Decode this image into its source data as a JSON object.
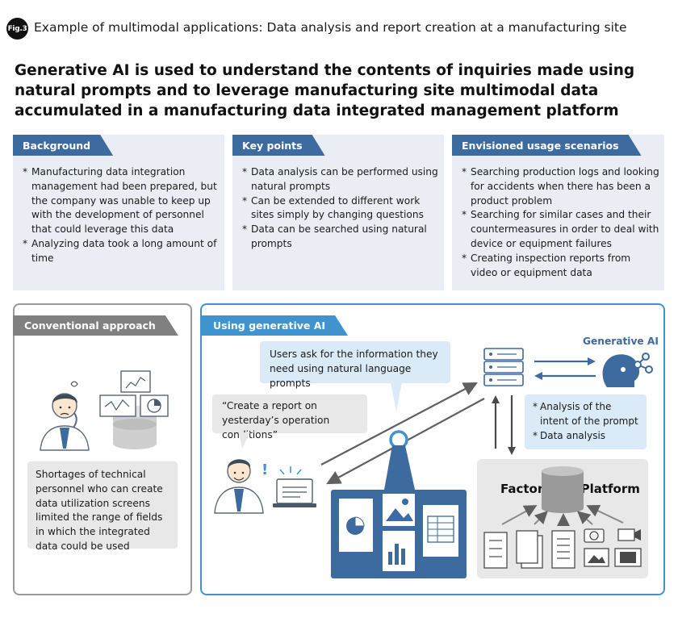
{
  "figure": {
    "badge": "Fig.3",
    "caption": "Example of multimodal applications: Data analysis and report creation at a manufacturing site",
    "headline": "Generative AI is used to understand the contents of inquiries made using natural prompts and to leverage manufacturing site multimodal data accumulated in a manufacturing data integrated management platform"
  },
  "panels": [
    {
      "title": "Background",
      "items": [
        "Manufacturing data integration management had been prepared, but the company was unable to keep up with the development of personnel that could leverage this data",
        "Analyzing data took a long amount of time"
      ]
    },
    {
      "title": "Key points",
      "items": [
        "Data analysis can be performed using natural prompts",
        "Can be extended to different work sites simply by changing questions",
        "Data can be searched using natural prompts"
      ]
    },
    {
      "title": "Envisioned usage scenarios",
      "items": [
        "Searching production logs and looking for accidents when there has been a product problem",
        "Searching for similar cases and their countermeasures in order to deal with device or equipment failures",
        "Creating inspection reports from video or equipment data"
      ]
    }
  ],
  "conventional": {
    "title": "Conventional approach",
    "note": "Shortages of technical personnel who can create data utilization screens limited the range of fields in which the integrated data could be used"
  },
  "generative": {
    "title": "Using generative AI",
    "user_bubble": "Users ask for the information they need using natural language prompts",
    "prompt_bubble": "“Create a report on yesterday’s operation conditions”",
    "gen_ai_label": "Generative AI",
    "intent_items": [
      "Analysis of the intent of the prompt",
      "Data analysis"
    ],
    "platform_title": "Factory IoT Platform"
  },
  "colors": {
    "dark_blue": "#3d6a9f",
    "light_blue": "#3f94cf",
    "panel_bg": "#eaeef4",
    "grey_tab": "#808080",
    "note_bg": "#e8e8e8",
    "bubble_blue": "#daeaf6"
  }
}
